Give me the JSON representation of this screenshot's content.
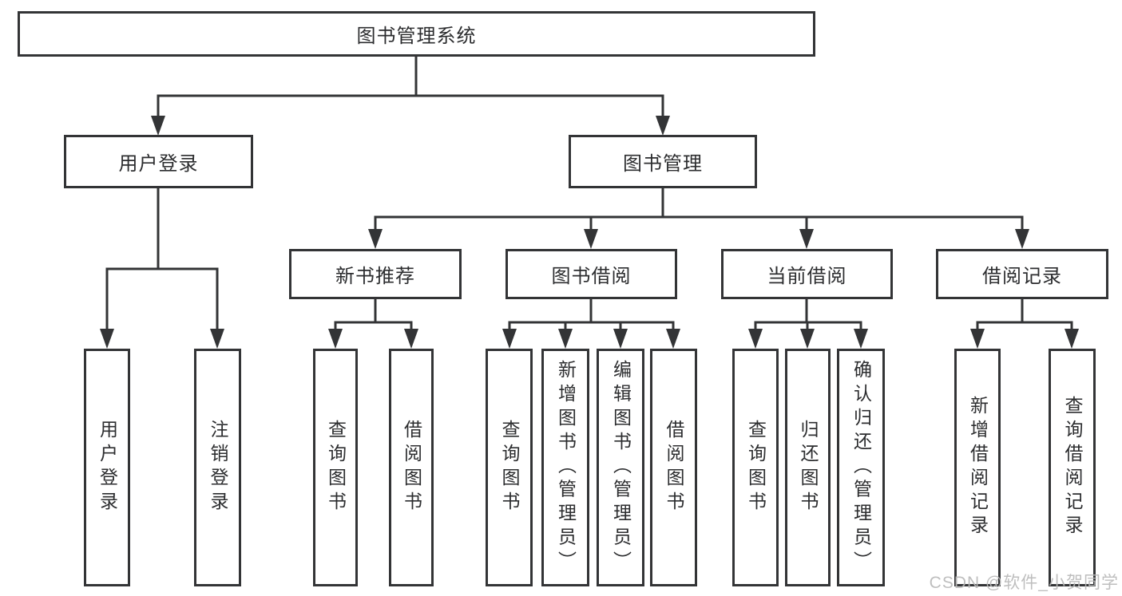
{
  "tree": {
    "root": {
      "label": "图书管理系统"
    },
    "branches": [
      {
        "label": "用户登录",
        "children": [
          {
            "label": "用户登录"
          },
          {
            "label": "注销登录"
          }
        ]
      },
      {
        "label": "图书管理",
        "children": [
          {
            "label": "新书推荐",
            "children": [
              {
                "label": "查询图书"
              },
              {
                "label": "借阅图书"
              }
            ]
          },
          {
            "label": "图书借阅",
            "children": [
              {
                "label": "查询图书"
              },
              {
                "label": "新增图书（管理员）"
              },
              {
                "label": "编辑图书（管理员）"
              },
              {
                "label": "借阅图书"
              }
            ]
          },
          {
            "label": "当前借阅",
            "children": [
              {
                "label": "查询图书"
              },
              {
                "label": "归还图书"
              },
              {
                "label": "确认归还（管理员）"
              }
            ]
          },
          {
            "label": "借阅记录",
            "children": [
              {
                "label": "新增借阅记录"
              },
              {
                "label": "查询借阅记录"
              }
            ]
          }
        ]
      }
    ]
  },
  "watermark": {
    "text": "CSDN @软件_小贺同学"
  },
  "colors": {
    "line": "#333436",
    "box_border": "#333436",
    "text": "#2c2d2f",
    "watermark": "#b9b9b9",
    "background": "#ffffff"
  }
}
